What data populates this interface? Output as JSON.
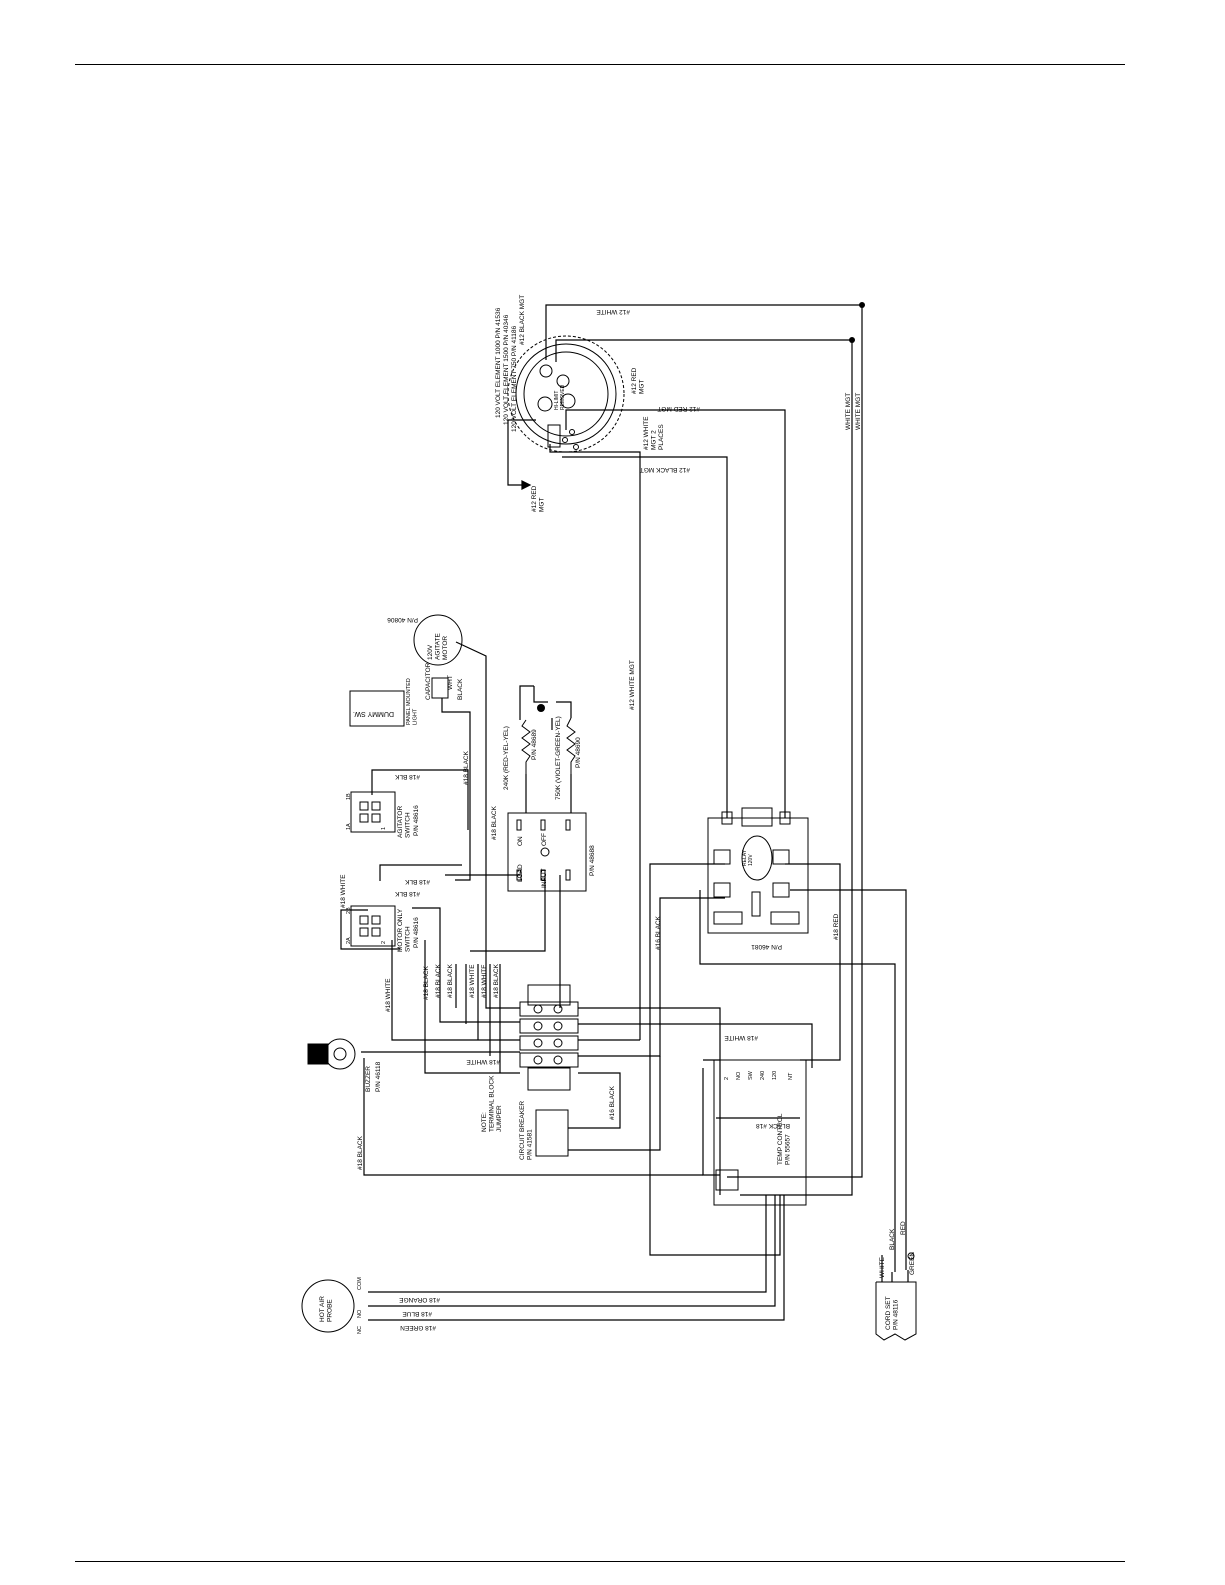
{
  "wiring": {
    "element": {
      "part_1": "120 VOLT ELEMENT 1000 P/N 41536",
      "part_2": "120 VOLT ELEMENT 1500 P/N 40346",
      "part_3": "120 VOLT ELEMENT 750 P/N 41186",
      "hi_limit": "HI-LIMIT\nREMOVED"
    },
    "element_wires": {
      "black_top": "#12 BLACK MGT",
      "red_right": "#12 RED\nMGT",
      "white_2places": "#12 WHITE\nMGT 2\nPLACES",
      "red_lower": "#12 RED MGT",
      "black_lower": "#12 BLACK MGT",
      "red_left": "#12 RED\nMGT"
    },
    "motor": {
      "label": "120V\nAGITATE\nMOTOR",
      "part": "P/N 40806",
      "capacitor": "CAPACITOR",
      "white": "WHT",
      "black": "BLACK"
    },
    "dummy": {
      "label": "DUMMY SW.",
      "side": "PANEL MOUNTED\nLIGHT"
    },
    "resistors": {
      "r1": "240K (RED-YEL-YEL)",
      "r1_pn": "P/N 48689",
      "r2": "750K (VIOLET-GREEN-YEL)",
      "r2_pn": "P/N 48690"
    },
    "timer": {
      "on": "ON",
      "off": "OFF",
      "input": "INPUT",
      "load": "LOAD",
      "part": "P/N 48688"
    },
    "switch_1": {
      "label": "AGITATOR\nSWITCH",
      "part": "P/N 48616"
    },
    "switch_2": {
      "label": "MOTOR ONLY\nSWITCH",
      "part": "P/N 48616"
    },
    "switch_terms": {
      "t1a": "1A",
      "t2a": "2A",
      "t1": "1",
      "t2": "2",
      "t1b": "1B",
      "t2b": "2B"
    },
    "contactor": {
      "label": "RELAY\n120V",
      "part": "P/N 46081"
    },
    "terminal_block": {
      "note": "NOTE:\nTERMINAL BLOCK\nJUMPER",
      "circuit_breaker": "CIRCUIT BREAKER\nP/N 41581"
    },
    "buzzer": {
      "label": "BUZZER",
      "part": "P/N 46118"
    },
    "temp_control": {
      "label": "TEMP CONTROL\nP/N 55657",
      "terms": [
        "2",
        "NO",
        "SW",
        "240",
        "120",
        "NT"
      ]
    },
    "probe": {
      "label": "HOT AIR\nPROBE"
    },
    "probe_terms": {
      "com": "COM",
      "nc": "NO",
      "no": "NC"
    },
    "cord": {
      "label": "CORD SET\nP/N 48116",
      "white": "WHITE",
      "black": "BLACK",
      "red": "RED",
      "green": "GREEN"
    },
    "wires": {
      "white_top": "#12 WHITE",
      "white_mgt_main": "#12 WHITE MGT",
      "white_mgt_right_1": "WHITE MGT",
      "white_mgt_right_2": "WHITE MGT",
      "black_18_a": "#18 BLACK",
      "black_18_b": "#18 BLACK",
      "black_18_c": "#18 BLACK",
      "black_18_d": "#18 BLACK",
      "black_18_e": "#18 BLACK",
      "black_18_f": "#18 BLACK",
      "black_18_g": "#18 BLACK",
      "white_18_a": "#18 WHITE",
      "white_18_b": "#18 WHITE",
      "white_18_c": "#18 WHITE",
      "white_18_d": "#18 WHITE",
      "white_18_e": "#18 WHITE",
      "white_18_f": "#18 WHITE",
      "blk_18_a": "#18 BLK",
      "blk_18_b": "#18 BLK",
      "blk_18_c": "#18 BLK",
      "black_16_a": "#16 BLACK",
      "black_16_b": "#16 BLACK",
      "red_18": "#18 RED",
      "black_18_h": "BLACK #18",
      "orange_18": "#18 ORANGE",
      "blue_18": "#18 BLUE",
      "green_18": "#18 GREEN"
    }
  }
}
